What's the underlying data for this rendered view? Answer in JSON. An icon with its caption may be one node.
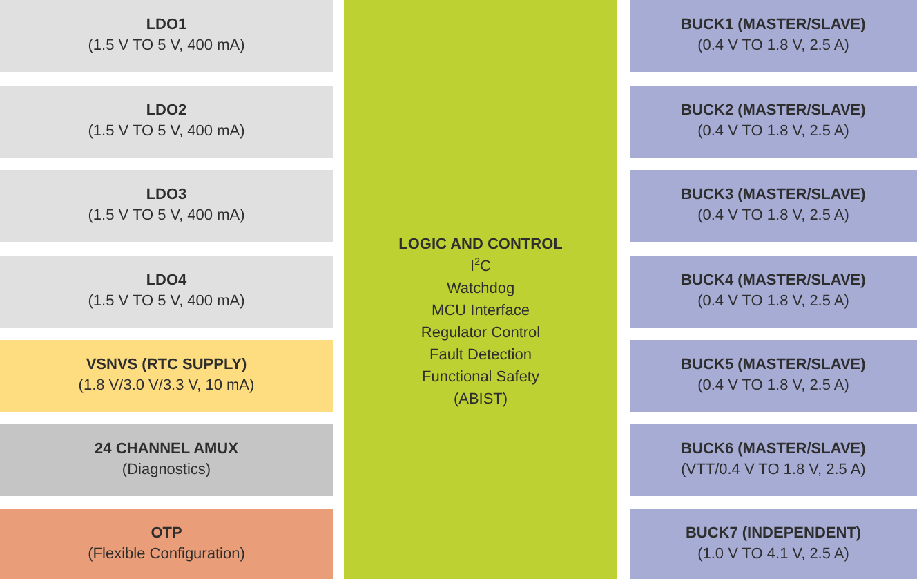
{
  "diagram": {
    "nodes": [
      {
        "text": [
          "LDO1",
          "(1.5 V TO 5 V, 400 mA)"
        ]
      },
      {
        "text": [
          "LDO2",
          "(1.5 V TO 5 V, 400 mA)"
        ]
      },
      {
        "text": [
          "LDO3",
          "(1.5 V TO 5 V, 400 mA)"
        ]
      },
      {
        "text": [
          "LDO4",
          "(1.5 V TO 5 V, 400 mA)"
        ]
      },
      {
        "text": [
          "VSNVS (RTC SUPPLY)",
          "(1.8 V/3.0 V/3.3 V, 10 mA)"
        ]
      },
      {
        "text": [
          "24 CHANNEL AMUX",
          "(Diagnostics)"
        ]
      },
      {
        "text": [
          "OTP",
          "(Flexible Configuration)"
        ]
      },
      {
        "text": [
          "LOGIC AND CONTROL",
          "I$^{2}$C",
          "Watchdog",
          "MCU Interface",
          "Regulator Control",
          "Fault Detection",
          "Functional Safety (ABIST)"
        ]
      },
      {
        "text": [
          "BUCK1 (MASTER/SLAVE)",
          "(0.4 V TO 1.8 V, 2.5 A)"
        ]
      },
      {
        "text": [
          "BUCK2 (MASTER/SLAVE)",
          "(0.4 V TO 1.8 V, 2.5 A)"
        ]
      },
      {
        "text": [
          "BUCK3 (MASTER/SLAVE)",
          "(0.4 V TO 1.8 V, 2.5 A)"
        ]
      },
      {
        "text": [
          "BUCK4 (MASTER/SLAVE)",
          "(0.4 V TO 1.8 V, 2.5 A)"
        ]
      },
      {
        "text": [
          "BUCK5 (MASTER/SLAVE)",
          "(0.4 V TO 1.8 V, 2.5 A)"
        ]
      },
      {
        "text": [
          "BUCK6 (MASTER/SLAVE)",
          "(VTT/0.4 V TO 1.8 V, 2.5 A)"
        ]
      },
      {
        "text": [
          "BUCK7 (INDEPENDENT)",
          "(1.0 V TO 4.1 V, 2.5 A)"
        ]
      }
    ]
  }
}
